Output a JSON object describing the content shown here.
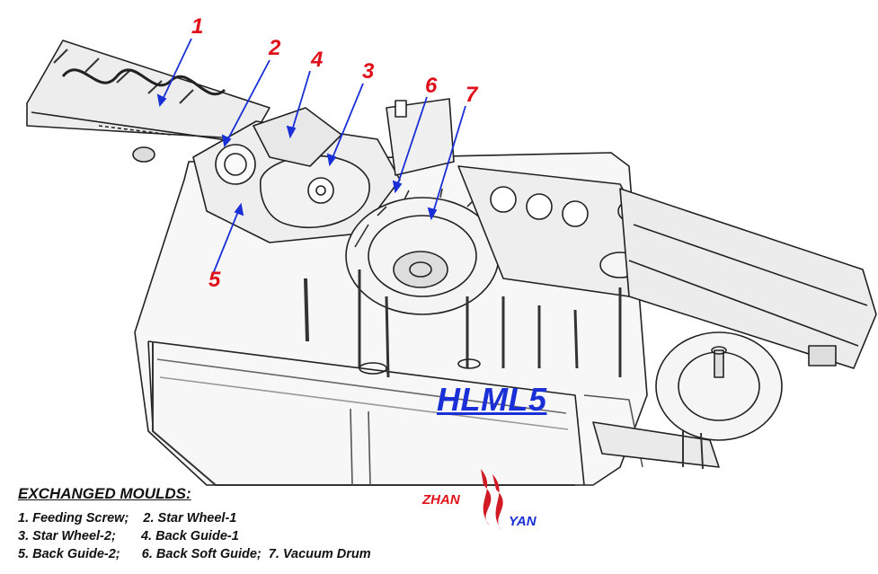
{
  "model_name": "HLML5",
  "brand": {
    "left": "ZHAN",
    "right": "YAN"
  },
  "callouts": [
    "1",
    "2",
    "4",
    "3",
    "6",
    "7",
    "5"
  ],
  "legend": {
    "title": "EXCHANGED MOULDS:",
    "rows": [
      "1. Feeding Screw;    2. Star Wheel-1",
      "3. Star Wheel-2;       4. Back Guide-1",
      "5. Back Guide-2;      6. Back Soft Guide;  7. Vacuum Drum"
    ]
  },
  "colors": {
    "callout": "#e0101a",
    "arrow": "#1a2fd6",
    "model": "#1a2fd6",
    "line": "#222222"
  }
}
